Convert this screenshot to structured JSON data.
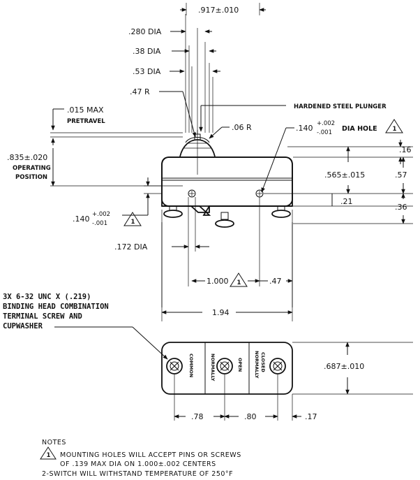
{
  "dims": {
    "top_width": ".917±.010",
    "dia_280": ".280 DIA",
    "dia_38": ".38 DIA",
    "dia_53": ".53 DIA",
    "r_47": ".47 R",
    "pretravel_line1": ".015 MAX",
    "pretravel_line2": "PRETRAVEL",
    "plunger_label": "HARDENED STEEL PLUNGER",
    "r_06": ".06 R",
    "hole_dia_base": ".140",
    "hole_tol_plus": "+.002",
    "hole_tol_minus": "-.001",
    "hole_dia_suffix": "DIA HOLE",
    "op_pos_value": ".835±.020",
    "op_pos_line1": "OPERATING",
    "op_pos_line2": "POSITION",
    "right_16": ".16",
    "right_565": ".565±.015",
    "right_57": ".57",
    "right_21": ".21",
    "right_36": ".36",
    "left_140": ".140",
    "left_140_plus": "+.002",
    "left_140_minus": "-.001",
    "dia_172": ".172 DIA",
    "center_1000": "1.000",
    "right_47": ".47",
    "width_194": "1.94",
    "term_height": ".687±.010",
    "bottom_78": ".78",
    "bottom_80": ".80",
    "bottom_17": ".17"
  },
  "callout": {
    "line1": "3X 6-32 UNC X (.219)",
    "line2": "BINDING HEAD COMBINATION",
    "line3": "TERMINAL SCREW AND",
    "line4": "CUPWASHER"
  },
  "terminals": {
    "common": "COMMON",
    "normally_open_1": "NORMALLY",
    "normally_open_2": "OPEN",
    "normally_closed_1": "NORMALLY",
    "normally_closed_2": "CLOSED"
  },
  "flag_symbol": "1",
  "notes": {
    "title": "NOTES",
    "note1_line1": "MOUNTING HOLES WILL ACCEPT PINS OR SCREWS",
    "note1_line2": "OF .139 MAX DIA ON 1.000±.002 CENTERS",
    "note2": "2-SWITCH WILL WITHSTAND TEMPERATURE OF 250°F"
  }
}
